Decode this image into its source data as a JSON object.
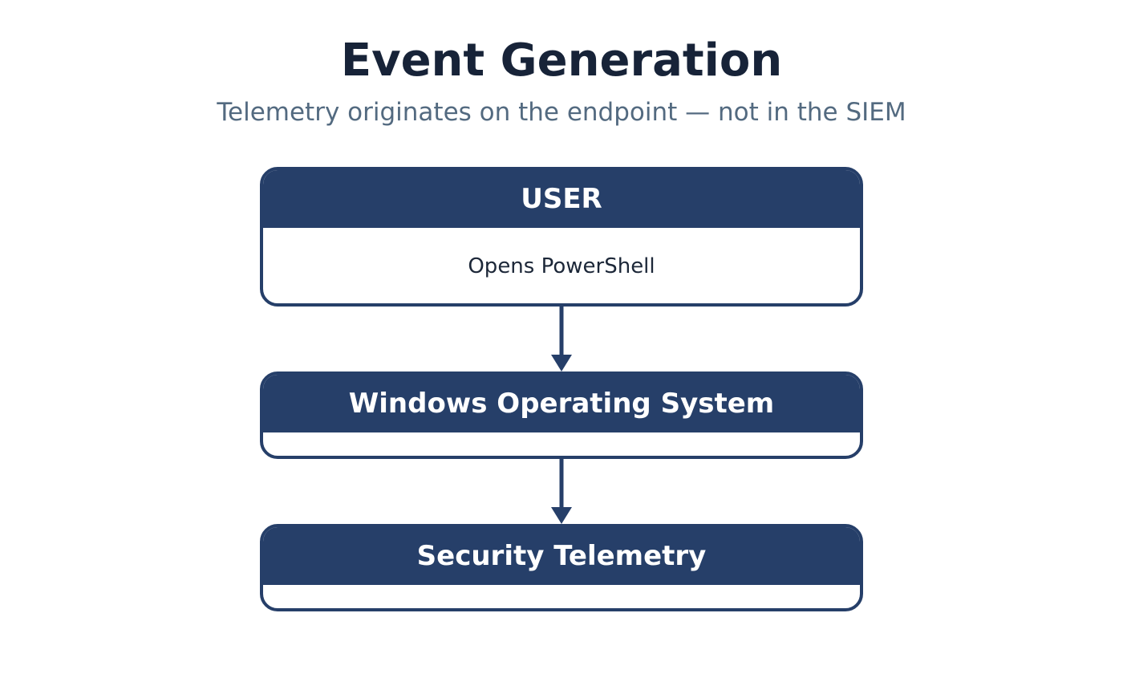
{
  "diagram": {
    "title": "Event Generation",
    "subtitle": "Telemetry originates on the endpoint — not in the SIEM",
    "nodes": [
      {
        "label": "USER",
        "detail": "Opens PowerShell"
      },
      {
        "label": "Windows Operating System",
        "detail": ""
      },
      {
        "label": "Security Telemetry",
        "detail": ""
      }
    ],
    "colors": {
      "title": "#172338",
      "subtitle": "#536a80",
      "node_fill": "#263f69",
      "node_text": "#ffffff",
      "body_text": "#1c2738",
      "arrow": "#263f69"
    }
  }
}
